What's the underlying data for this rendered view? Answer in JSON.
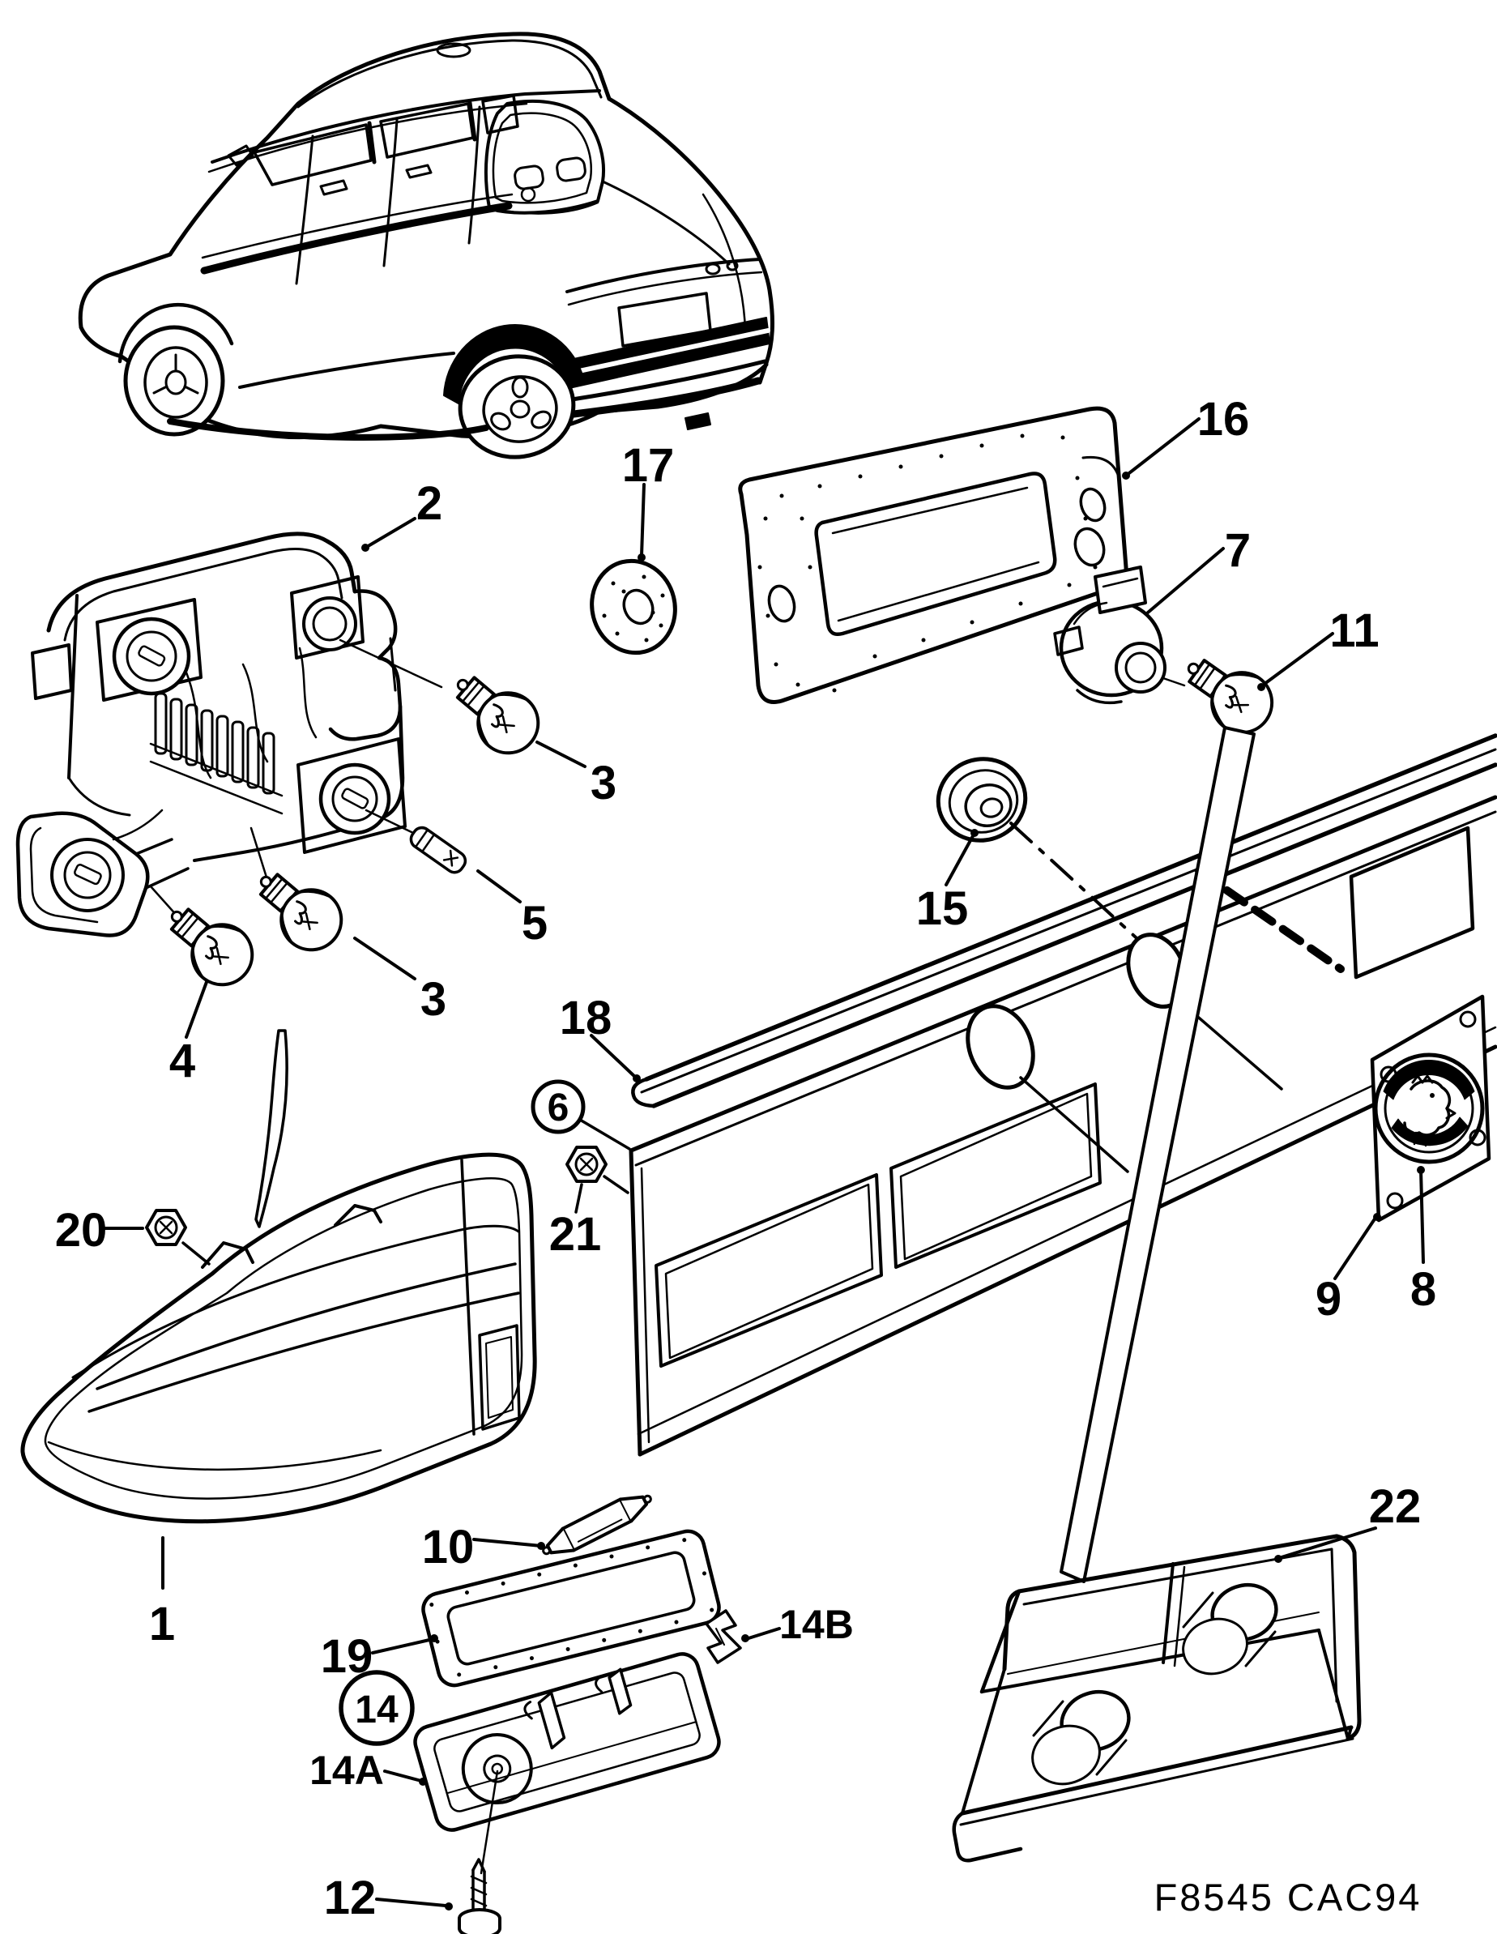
{
  "figure": {
    "drawing_code": "F8545 CAC94",
    "type": "exploded-parts-diagram",
    "subject": "rear lamps and license plate lighting"
  },
  "colors": {
    "ink": "#000000",
    "paper": "#ffffff"
  },
  "callouts": {
    "c1": "1",
    "c2": "2",
    "c3a": "3",
    "c3b": "3",
    "c4": "4",
    "c5": "5",
    "c6": "6",
    "c7": "7",
    "c8": "8",
    "c9": "9",
    "c10": "10",
    "c11": "11",
    "c12": "12",
    "c14": "14",
    "c14a": "14A",
    "c14b": "14B",
    "c15": "15",
    "c16": "16",
    "c17": "17",
    "c18": "18",
    "c19": "19",
    "c20": "20",
    "c21": "21",
    "c22": "22"
  }
}
